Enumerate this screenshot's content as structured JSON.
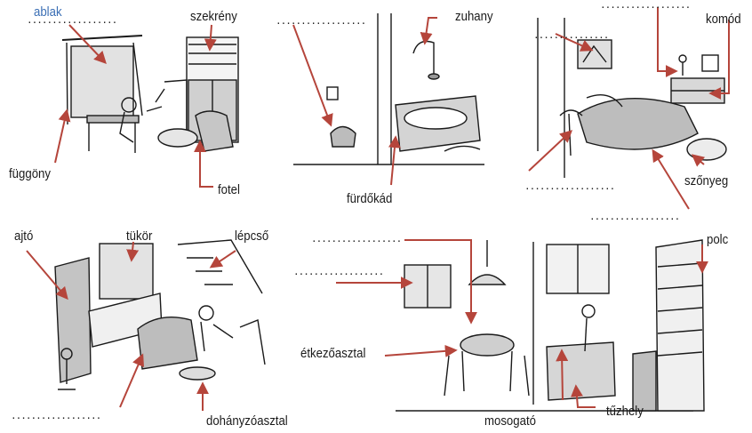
{
  "labels": {
    "ablak": "ablak",
    "szekreny": "szekrény",
    "fuggony": "függöny",
    "fotel": "fotel",
    "zuhany": "zuhany",
    "furdokad": "fürdőkád",
    "komod": "komód",
    "szonyeg": "szőnyeg",
    "ajto": "ajtó",
    "tukor": "tükör",
    "lepcso": "lépcső",
    "dohanyzoasztal": "dohányzóasztal",
    "etkezoasztal": "étkezőasztal",
    "polc": "polc",
    "mosogato": "mosogató",
    "tuzhely": "tűzhely"
  },
  "blank": "..................",
  "blank_short": "...............",
  "colors": {
    "arrow": "#b5453b",
    "ink": "#1a1a1a",
    "filled_answer": "#3b6fb5",
    "shade": "#c9c9c9"
  }
}
